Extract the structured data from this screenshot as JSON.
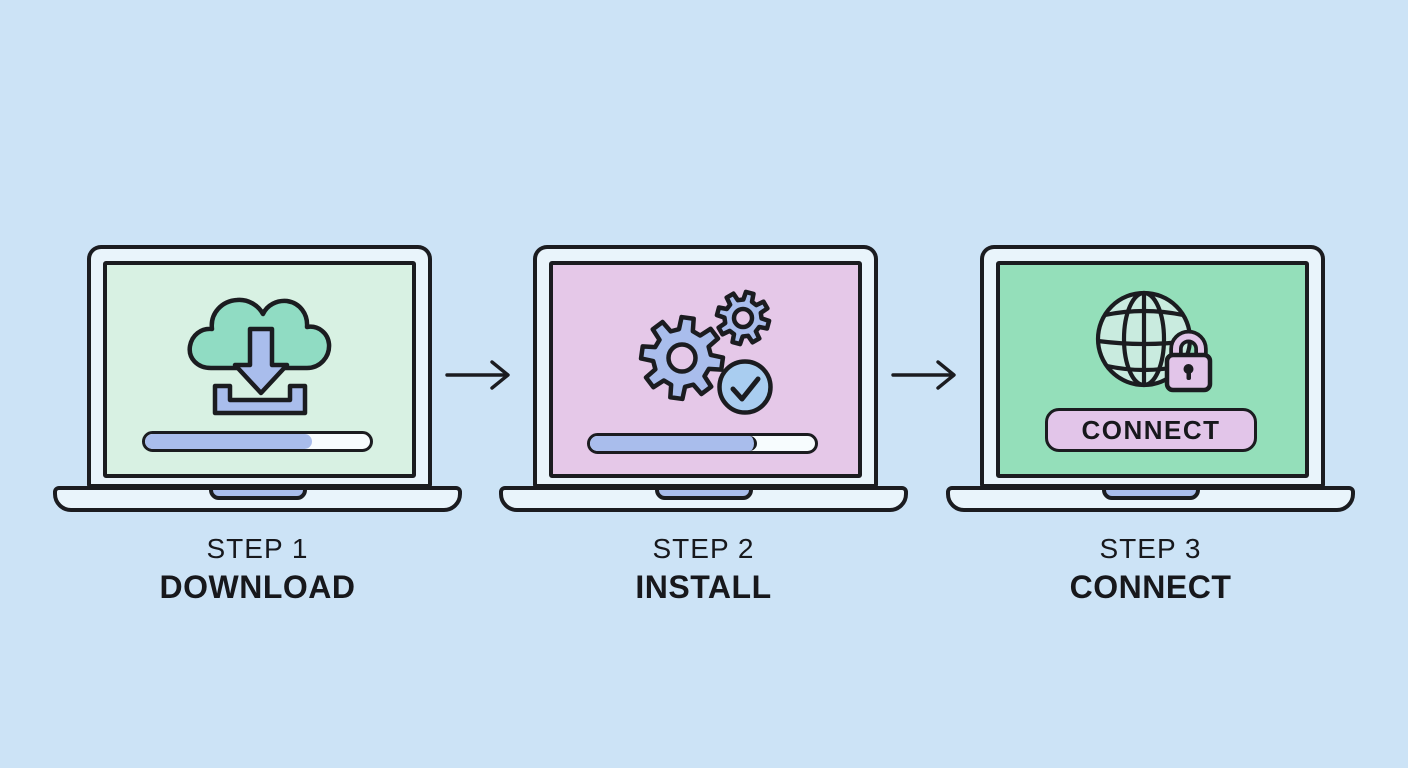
{
  "palette": {
    "background": "#cce3f6",
    "outline": "#1b1c20",
    "laptop_body": "#e9f4fb",
    "screen_mint": "#d8f1e3",
    "screen_lilac": "#e5c8e8",
    "screen_green": "#94dfba",
    "cloud_teal": "#90dcc3",
    "periwinkle": "#a9bdec",
    "periwinkle_light": "#a9cdf0",
    "globe_fill": "#c9ebdf",
    "pink": "#e2c5e9",
    "track_white": "#f7fcfe",
    "text": "#17181c"
  },
  "steps": [
    {
      "step_label": "STEP 1",
      "step_name": "DOWNLOAD",
      "icon": "cloud-download-icon",
      "screen_color": "#d8f1e3",
      "progress_percent": 74
    },
    {
      "step_label": "STEP 2",
      "step_name": "INSTALL",
      "icon": "gears-check-icon",
      "screen_color": "#e5c8e8",
      "progress_percent": 74
    },
    {
      "step_label": "STEP 3",
      "step_name": "CONNECT",
      "icon": "globe-lock-icon",
      "screen_color": "#94dfba",
      "button_label": "CONNECT"
    }
  ],
  "arrows": [
    "right-arrow",
    "right-arrow"
  ]
}
